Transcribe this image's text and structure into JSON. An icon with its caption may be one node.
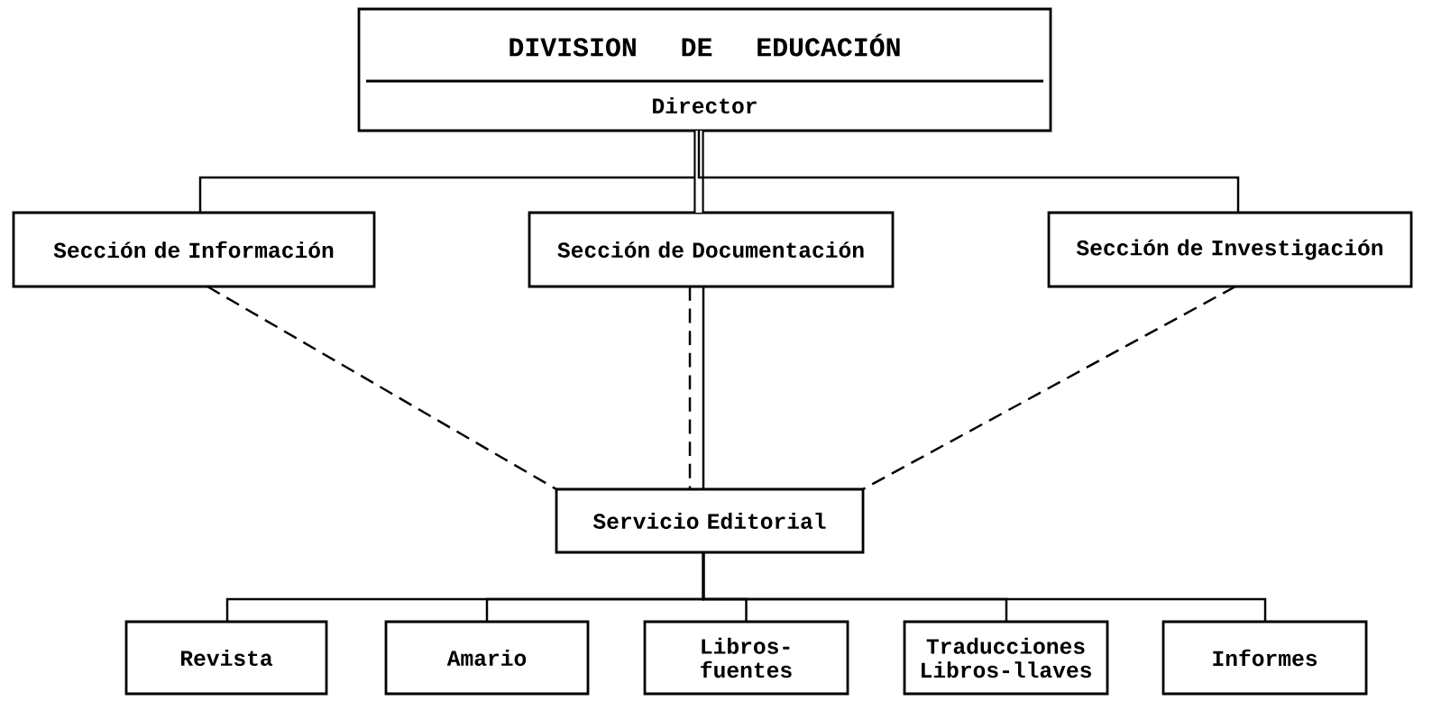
{
  "diagram": {
    "nodes": [
      {
        "text": [
          "DIVISION DE EDUCACIÓN",
          "Director"
        ]
      },
      {
        "text": [
          "Sección de Información"
        ]
      },
      {
        "text": [
          "Sección de Documentación"
        ]
      },
      {
        "text": [
          "Sección de Investigación"
        ]
      },
      {
        "text": [
          "Servicio Editorial"
        ]
      },
      {
        "text": [
          "Revista"
        ]
      },
      {
        "text": [
          "Amario"
        ]
      },
      {
        "text": [
          "Libros- fuentes"
        ]
      },
      {
        "text": [
          "Traducciones Libros-llaves"
        ]
      },
      {
        "text": [
          "Informes"
        ]
      }
    ],
    "edges": [
      {
        "from": 0,
        "to": 1,
        "arrow": "none"
      },
      {
        "from": 0,
        "to": 2,
        "arrow": "none",
        "style": "thick"
      },
      {
        "from": 0,
        "to": 3,
        "arrow": "none"
      },
      {
        "from": 1,
        "to": 4,
        "arrow": "none",
        "style": "dashed"
      },
      {
        "from": 2,
        "to": 4,
        "arrow": "none",
        "style": "dashed"
      },
      {
        "from": 2,
        "to": 4,
        "arrow": "none"
      },
      {
        "from": 3,
        "to": 4,
        "arrow": "none",
        "style": "dashed"
      },
      {
        "from": 4,
        "to": 5,
        "arrow": "none"
      },
      {
        "from": 4,
        "to": 6,
        "arrow": "none"
      },
      {
        "from": 4,
        "to": 7,
        "arrow": "none"
      },
      {
        "from": 4,
        "to": 8,
        "arrow": "none"
      },
      {
        "from": 4,
        "to": 9,
        "arrow": "none"
      }
    ]
  }
}
